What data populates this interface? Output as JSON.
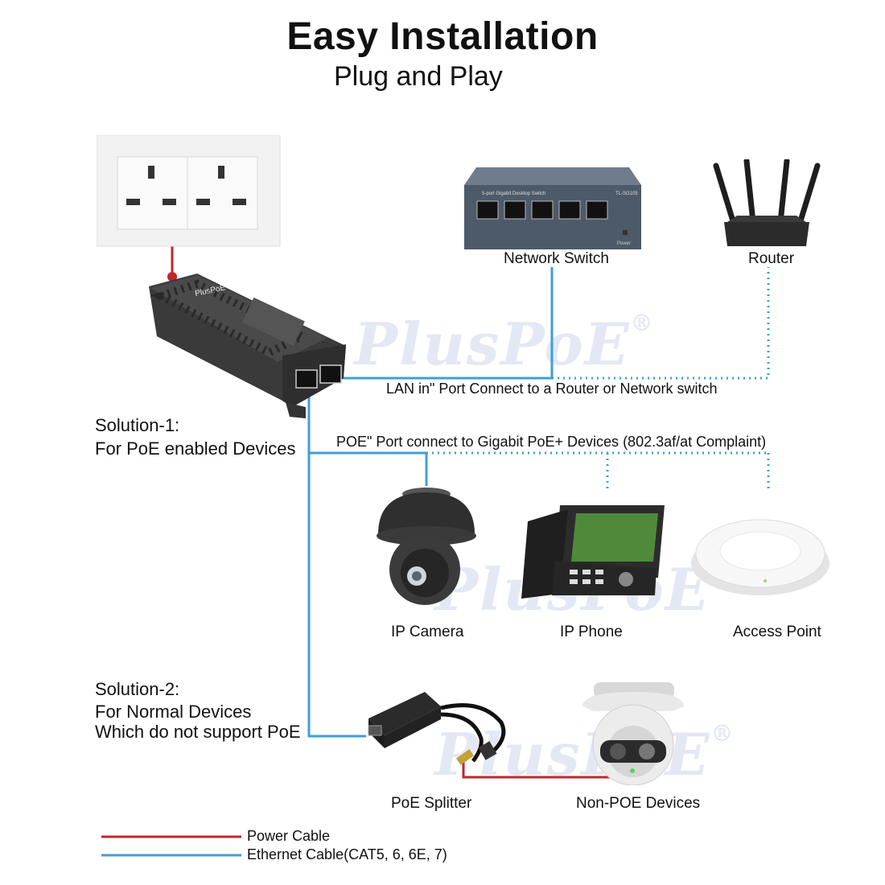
{
  "header": {
    "title": "Easy Installation",
    "subtitle": "Plug and Play"
  },
  "brand": {
    "watermark": "PlusPoE",
    "registered_mark": "®",
    "injector_label": "PlusPoE"
  },
  "devices": {
    "network_switch": "Network Switch",
    "router": "Router",
    "ip_camera": "IP Camera",
    "ip_phone": "IP Phone",
    "access_point": "Access Point",
    "poe_splitter": "PoE Splitter",
    "non_poe_devices": "Non-POE Devices"
  },
  "switch_panel": {
    "caption": "5-port Gigabit Desktop Switch",
    "model": "TL-SG105",
    "power": "Power"
  },
  "connections": {
    "lan_in": "LAN in\" Port Connect to a Router or Network switch",
    "poe_out": "POE\" Port connect to Gigabit PoE+  Devices (802.3af/at Complaint)"
  },
  "solutions": {
    "one_title": "Solution-1:",
    "one_desc": "For PoE enabled Devices",
    "two_title": "Solution-2:",
    "two_desc_1": "For Normal Devices",
    "two_desc_2": "Which do not support PoE"
  },
  "legend": {
    "power": "Power Cable",
    "ethernet": "Ethernet Cable(CAT5, 6, 6E, 7)"
  },
  "colors": {
    "power_cable": "#c0272d",
    "ethernet_cable": "#3d9fda"
  }
}
